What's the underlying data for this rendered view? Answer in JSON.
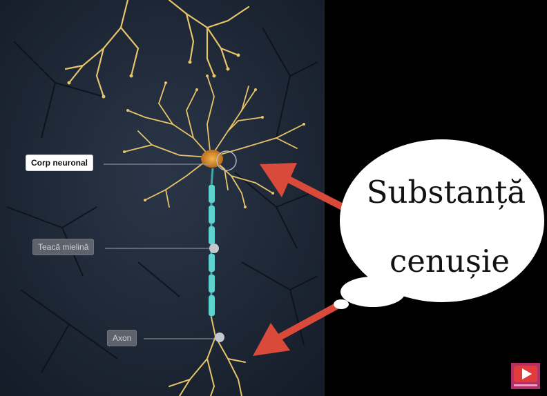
{
  "labels": {
    "cell_body": "Corp neuronal",
    "myelin_sheath": "Teacă mielină",
    "axon": "Axon"
  },
  "callout": {
    "line1": "Substanță",
    "line2": "cenușie"
  },
  "colors": {
    "scene_background": "#1b2433",
    "dendrite": "#e8c46a",
    "soma": "#d4892a",
    "myelin": "#5fd3cf",
    "arrow": "#d94a3a",
    "bubble": "#ffffff",
    "channel_icon": "#b0306a"
  },
  "icons": [
    "subscribe-play-icon"
  ]
}
